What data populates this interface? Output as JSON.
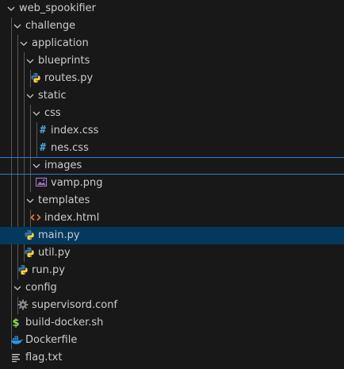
{
  "explorer": {
    "items": [
      {
        "label": "web_spookifier"
      },
      {
        "label": "challenge"
      },
      {
        "label": "application"
      },
      {
        "label": "blueprints"
      },
      {
        "label": "routes.py"
      },
      {
        "label": "static"
      },
      {
        "label": "css"
      },
      {
        "label": "index.css"
      },
      {
        "label": "nes.css"
      },
      {
        "label": "images"
      },
      {
        "label": "vamp.png"
      },
      {
        "label": "templates"
      },
      {
        "label": "index.html"
      },
      {
        "label": "main.py"
      },
      {
        "label": "util.py"
      },
      {
        "label": "run.py"
      },
      {
        "label": "config"
      },
      {
        "label": "supervisord.conf"
      },
      {
        "label": "build-docker.sh"
      },
      {
        "label": "Dockerfile"
      },
      {
        "label": "flag.txt"
      }
    ]
  },
  "icons": {
    "python": "python-file-icon",
    "css": "css-file-icon",
    "html": "html-file-icon",
    "image": "image-file-icon",
    "gear": "gear-icon",
    "shell": "shell-script-icon",
    "docker": "docker-icon",
    "text": "text-file-icon",
    "chevron": "chevron-down-icon"
  },
  "colors": {
    "background": "#181818",
    "selection": "#04395e",
    "focus_outline": "#2b79d6",
    "python_blue": "#3572a5",
    "python_yellow": "#ffd43b",
    "css_blue": "#4ea4d9",
    "html_orange": "#e37933",
    "docker_blue": "#2496ed"
  }
}
